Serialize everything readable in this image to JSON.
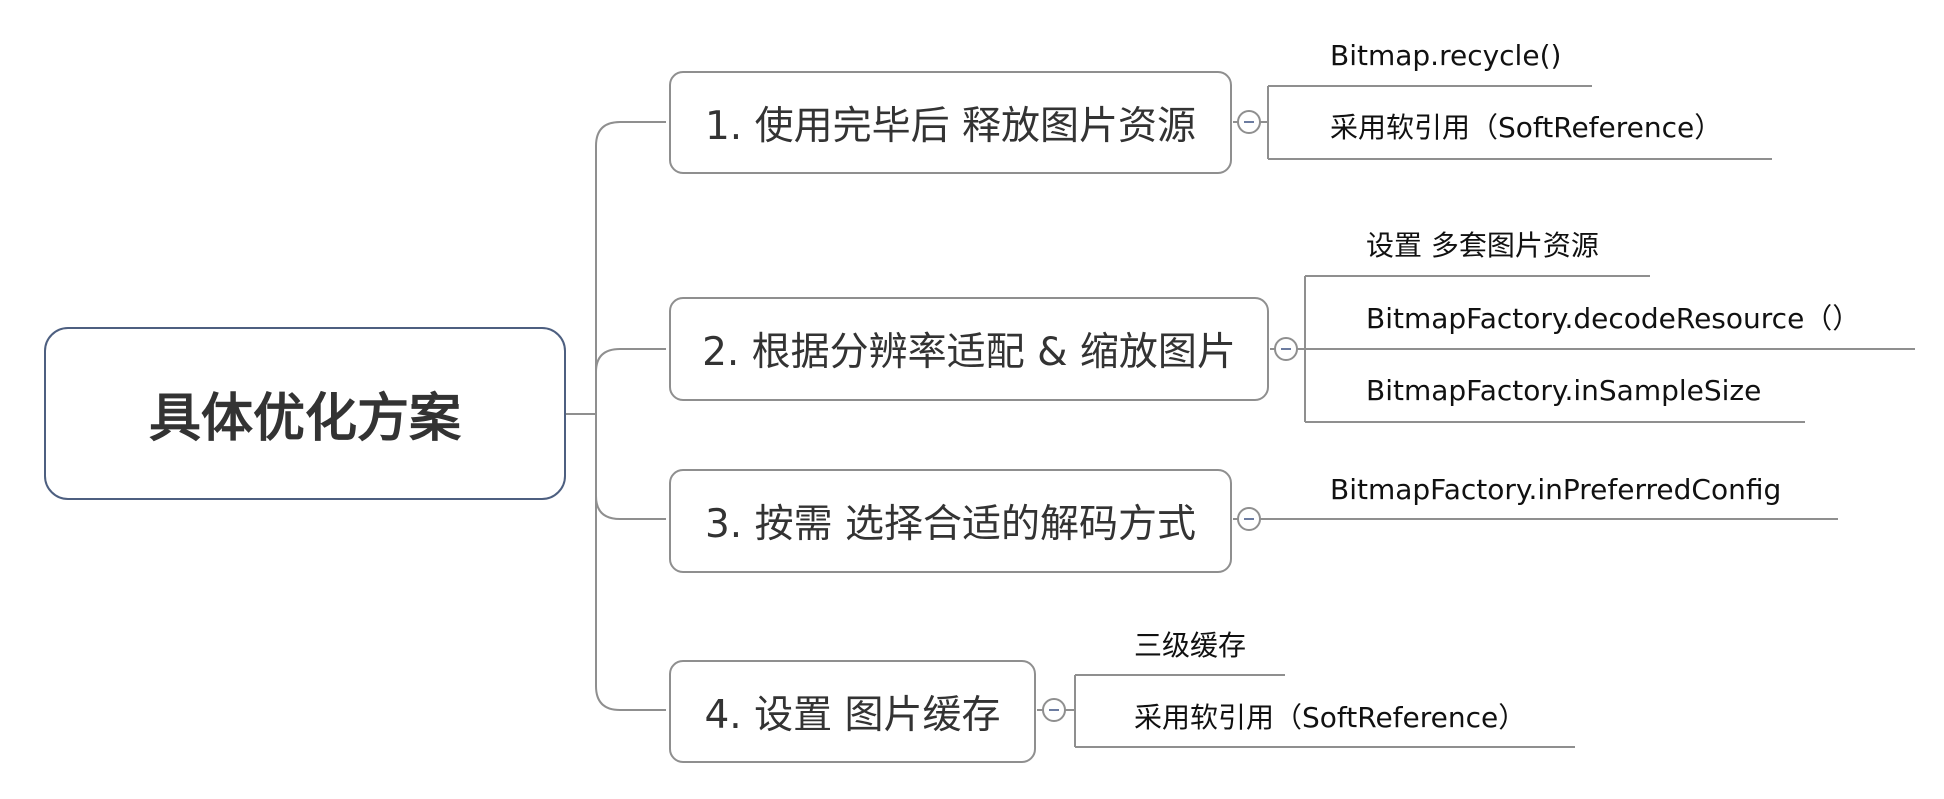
{
  "root": {
    "label": "具体优化方案"
  },
  "branches": [
    {
      "label": "1. 使用完毕后 释放图片资源",
      "leaves": [
        "Bitmap.recycle()",
        "采用软引用（SoftReference）"
      ]
    },
    {
      "label": "2. 根据分辨率适配 & 缩放图片",
      "leaves": [
        "设置 多套图片资源",
        "BitmapFactory.decodeResource（）",
        "BitmapFactory.inSampleSize"
      ]
    },
    {
      "label": "3. 按需 选择合适的解码方式",
      "leaves": [
        "BitmapFactory.inPreferredConfig"
      ]
    },
    {
      "label": "4. 设置 图片缓存",
      "leaves": [
        "三级缓存",
        "采用软引用（SoftReference）"
      ]
    }
  ],
  "colors": {
    "root_border": "#4d5f80",
    "branch_border": "#8f8f8f",
    "connector": "#8f8f8f",
    "collapse_icon": "#6c7ca0",
    "text": "#333333"
  }
}
